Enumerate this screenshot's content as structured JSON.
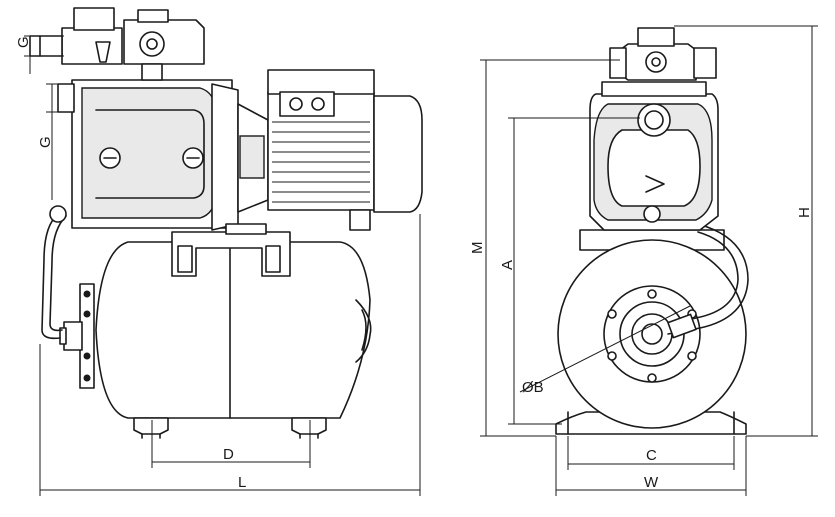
{
  "labels": {
    "G_top": "G",
    "G_side": "G",
    "D": "D",
    "L": "L",
    "M": "M",
    "A": "A",
    "H": "H",
    "B": "ØB",
    "C": "C",
    "W": "W"
  },
  "colors": {
    "line": "#1a1a1a",
    "background": "#ffffff"
  }
}
